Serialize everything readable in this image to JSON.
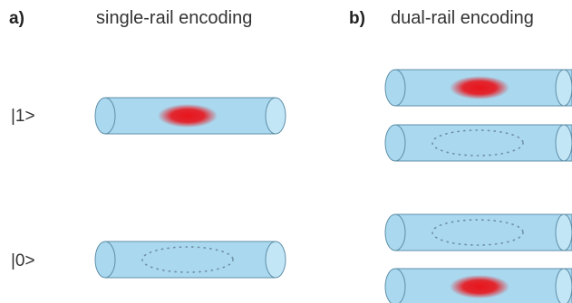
{
  "panel_a": {
    "letter": "a)",
    "title": "single-rail encoding"
  },
  "panel_b": {
    "letter": "b)",
    "title": "dual-rail encoding"
  },
  "states": {
    "one": "|1>",
    "zero": "|0>"
  },
  "colors": {
    "tube_fill": "#a9d8ef",
    "tube_stroke": "#5e8fa8",
    "photon": "#e8141b",
    "vacuum_dash": "#6f8ea3",
    "background": "#ffffff"
  },
  "photon_occupation": {
    "single_rail_state_1": [
      1
    ],
    "single_rail_state_0": [
      0
    ],
    "dual_rail_state_1": [
      1,
      0
    ],
    "dual_rail_state_0": [
      0,
      1
    ]
  }
}
